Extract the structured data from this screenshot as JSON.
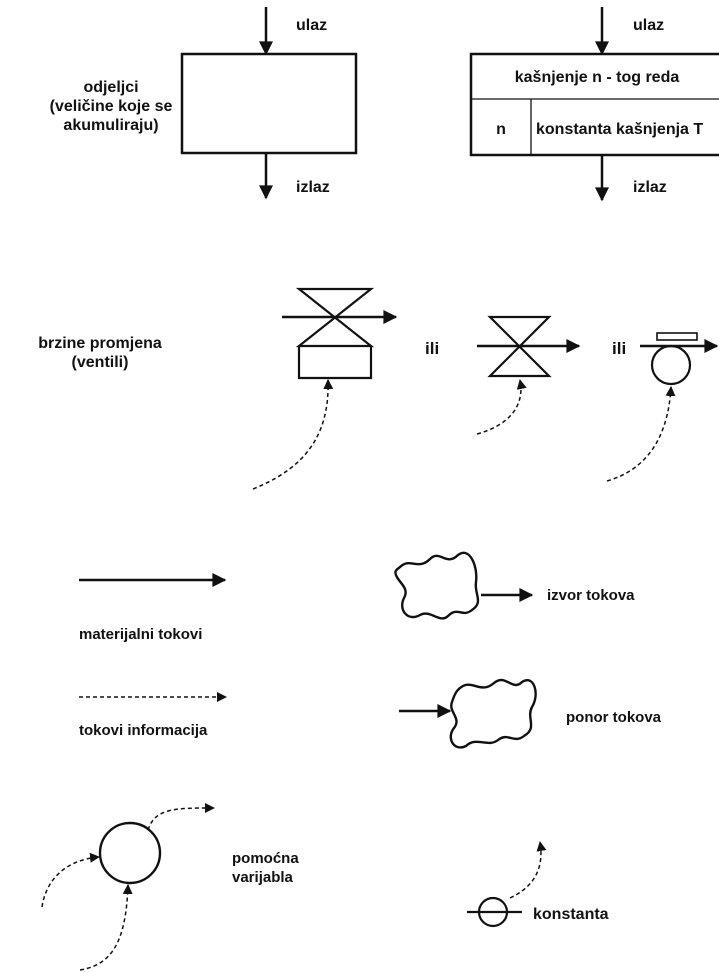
{
  "stock": {
    "label": [
      "odjeljci",
      "(veličine koje se",
      "akumuliraju)"
    ],
    "in": "ulaz",
    "out": "izlaz"
  },
  "delay": {
    "title": "kašnjenje n - tog reda",
    "n": "n",
    "constant": "konstanta kašnjenja T",
    "in": "ulaz",
    "out": "izlaz"
  },
  "rates": {
    "label": [
      "brzine promjena",
      "(ventili)"
    ],
    "or1": "ili",
    "or2": "ili"
  },
  "legend": {
    "material": "materijalni tokovi",
    "information": "tokovi informacija",
    "source": "izvor tokova",
    "sink": "ponor tokova",
    "auxiliary": [
      "pomoćna",
      "varijabla"
    ],
    "constant": "konstanta"
  }
}
